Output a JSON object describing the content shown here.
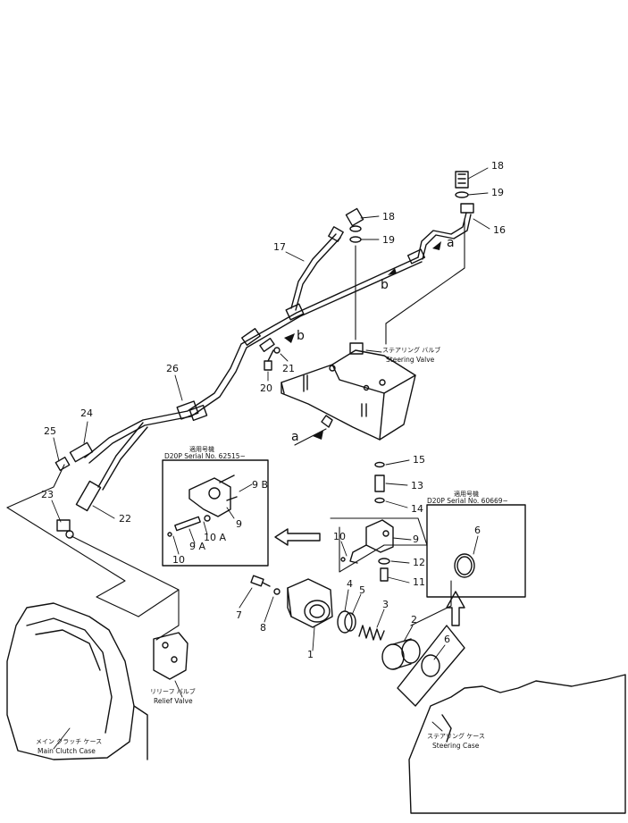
{
  "parts": [
    {
      "id": "p18a",
      "text": "18"
    },
    {
      "id": "p19a",
      "text": "19"
    },
    {
      "id": "p16",
      "text": "16"
    },
    {
      "id": "p18b",
      "text": "18"
    },
    {
      "id": "p19b",
      "text": "19"
    },
    {
      "id": "p17",
      "text": "17"
    },
    {
      "id": "p26",
      "text": "26"
    },
    {
      "id": "p21",
      "text": "21"
    },
    {
      "id": "p20",
      "text": "20"
    },
    {
      "id": "p24",
      "text": "24"
    },
    {
      "id": "p25",
      "text": "25"
    },
    {
      "id": "p23",
      "text": "23"
    },
    {
      "id": "p22",
      "text": "22"
    },
    {
      "id": "p15",
      "text": "15"
    },
    {
      "id": "p13",
      "text": "13"
    },
    {
      "id": "p14",
      "text": "14"
    },
    {
      "id": "p9B",
      "text": "9 B"
    },
    {
      "id": "p9i",
      "text": "9"
    },
    {
      "id": "p10A",
      "text": "10 A"
    },
    {
      "id": "p9A",
      "text": "9 A"
    },
    {
      "id": "p10i",
      "text": "10"
    },
    {
      "id": "p10",
      "text": "10"
    },
    {
      "id": "p9",
      "text": "9"
    },
    {
      "id": "p12",
      "text": "12"
    },
    {
      "id": "p11",
      "text": "11"
    },
    {
      "id": "p6a",
      "text": "6"
    },
    {
      "id": "p6b",
      "text": "6"
    },
    {
      "id": "p7",
      "text": "7"
    },
    {
      "id": "p8",
      "text": "8"
    },
    {
      "id": "p4",
      "text": "4"
    },
    {
      "id": "p5",
      "text": "5"
    },
    {
      "id": "p3",
      "text": "3"
    },
    {
      "id": "p2",
      "text": "2"
    },
    {
      "id": "p1",
      "text": "1"
    }
  ],
  "letters": {
    "a_top": "a",
    "b_top": "b",
    "b_mid": "b",
    "a_mid": "a"
  },
  "labels": {
    "steering_valve_jp": "ステアリング バルブ",
    "steering_valve": "Steering Valve",
    "relief_valve_jp": "リリーフ バルブ",
    "relief_valve": "Relief Valve",
    "main_clutch_jp": "メイン クラッチ ケース",
    "main_clutch": "Main Clutch Case",
    "steering_case_jp": "ステアリング ケース",
    "steering_case": "Steering Case"
  },
  "serials": {
    "left_jp": "適用号機",
    "left": "D20P  Serial  No. 62515~",
    "right_jp": "適用号機",
    "right": "D20P  Serial  No. 60669~"
  }
}
